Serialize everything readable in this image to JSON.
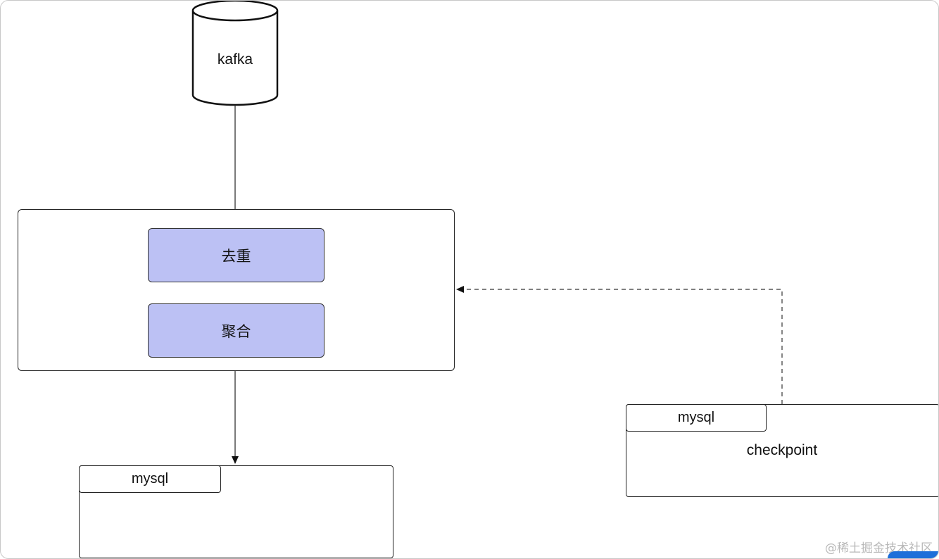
{
  "nodes": {
    "source": {
      "label": "kafka"
    },
    "processor": {
      "steps": [
        {
          "label": "去重"
        },
        {
          "label": "聚合"
        }
      ]
    },
    "sink_db": {
      "tab": "mysql",
      "content": ""
    },
    "checkpoint_db": {
      "tab": "mysql",
      "content": "checkpoint"
    }
  },
  "edges": [
    {
      "from": "source",
      "to": "processor",
      "style": "solid",
      "arrow": false
    },
    {
      "from": "processor",
      "to": "sink_db",
      "style": "solid",
      "arrow": true
    },
    {
      "from": "checkpoint_db",
      "to": "processor",
      "style": "dashed",
      "arrow": true
    }
  ],
  "watermark": "@稀土掘金技术社区",
  "colors": {
    "step_fill": "#bcc1f4",
    "line": "#222222",
    "accent": "#1e6fd9"
  }
}
